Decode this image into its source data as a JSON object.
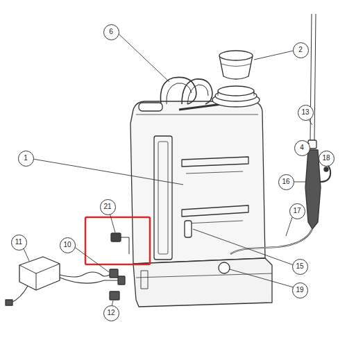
{
  "diagram": {
    "labels": [
      "6",
      "2",
      "1",
      "13",
      "4",
      "18",
      "16",
      "21",
      "17",
      "11",
      "10",
      "15",
      "12",
      "19"
    ]
  }
}
